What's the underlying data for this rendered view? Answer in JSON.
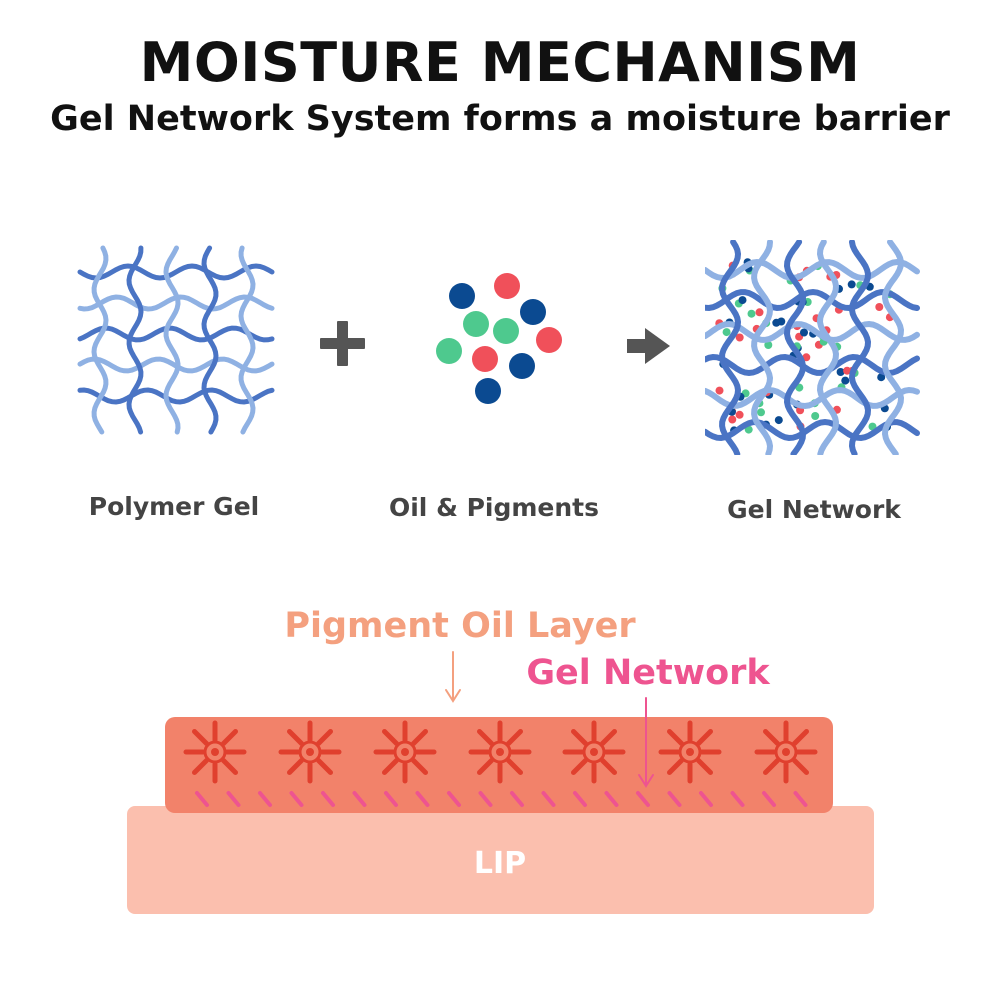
{
  "header": {
    "title": "MOISTURE MECHANISM",
    "subtitle": "Gel Network System forms a moisture barrier"
  },
  "ingredients": {
    "polymer_gel_label": "Polymer Gel",
    "oil_pigments_label": "Oil & Pigments",
    "gel_network_label": "Gel Network"
  },
  "layers": {
    "pigment_oil_layer_label": "Pigment Oil Layer",
    "gel_network_label": "Gel Network",
    "lip_label": "LIP"
  },
  "colors": {
    "title_text": "#111111",
    "caption_text": "#444444",
    "strand_dark": "#4a74c4",
    "strand_light": "#8fb1e3",
    "dot_red": "#f0505a",
    "dot_green": "#4ec98e",
    "dot_navy": "#0b4a91",
    "operator_gray": "#555555",
    "pigment_label": "#f4a07f",
    "gel_label": "#ee5490",
    "layer_fill": "#f2826a",
    "lip_fill": "#fbbfae",
    "lip_text": "#ffffff",
    "burst_red": "#e0402e"
  },
  "icons": {
    "plus": "plus-icon",
    "arrow": "arrow-right-icon"
  }
}
